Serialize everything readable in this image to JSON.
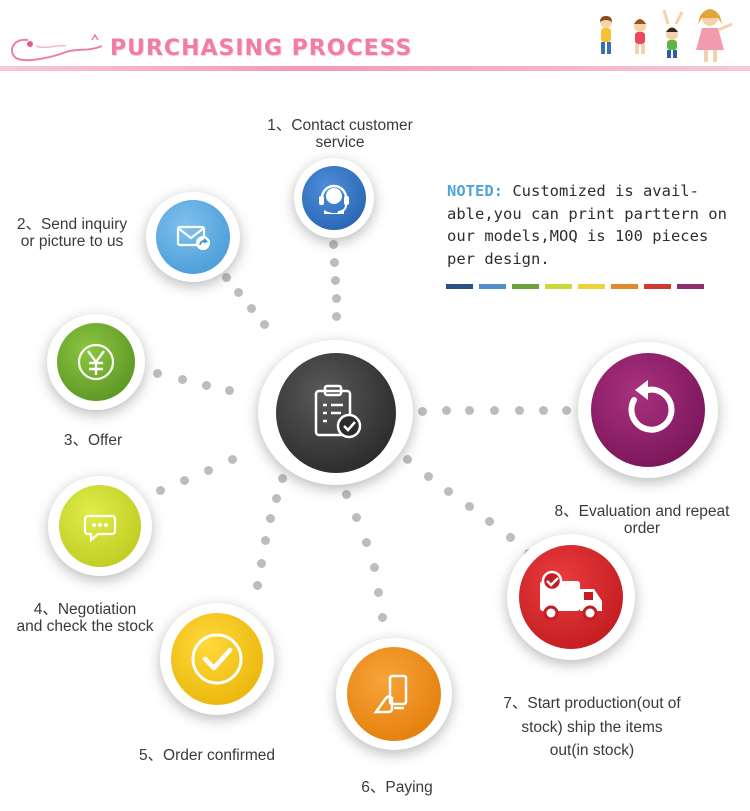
{
  "header": {
    "title": "PURCHASING PROCESS",
    "colors": {
      "title": "#f07ea0",
      "line": "#f39ab3"
    }
  },
  "center": {
    "icon": "clipboard-check-icon",
    "color": "#2b2b2b"
  },
  "steps": [
    {
      "label_lines": [
        "1、Contact customer",
        "service"
      ],
      "icon": "headset-icon",
      "color": "#2e6fbf"
    },
    {
      "label_lines": [
        "2、Send inquiry",
        "or picture  to us"
      ],
      "icon": "envelope-icon",
      "color": "#56a9e0"
    },
    {
      "label_lines": [
        "3、Offer"
      ],
      "icon": "yen-icon",
      "color": "#6aa527"
    },
    {
      "label_lines": [
        "4、Negotiation",
        "and check the stock"
      ],
      "icon": "chat-bubble-icon",
      "color": "#c8d81f"
    },
    {
      "label_lines": [
        "5、Order confirmed"
      ],
      "icon": "checkmark-icon",
      "color": "#f2c60f"
    },
    {
      "label_lines": [
        "6、Paying"
      ],
      "icon": "card-hand-icon",
      "color": "#ec8b14"
    },
    {
      "label_lines": [
        "7、Start production(out of",
        "stock)  ship the items",
        "out(in stock)"
      ],
      "icon": "delivery-truck-icon",
      "color": "#d8262b"
    },
    {
      "label_lines": [
        "8、Evaluation and repeat",
        "order"
      ],
      "icon": "replay-arrow-icon",
      "color": "#8e1a6b"
    }
  ],
  "note": {
    "label": "NOTED:",
    "lines": [
      " Customized is avail-",
      "able,you can print parttern on",
      "our models,MOQ is 100 pieces",
      "per design."
    ],
    "swatch_colors": [
      "#2c4f86",
      "#4f8fc8",
      "#6aa33a",
      "#c9d93a",
      "#ecd33a",
      "#e08a2b",
      "#d13a2f",
      "#8d2f6e"
    ]
  }
}
